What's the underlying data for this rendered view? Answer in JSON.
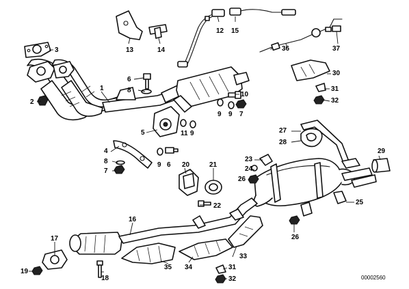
{
  "diagram": {
    "document_number": "00002560",
    "callouts": [
      {
        "id": "c1",
        "label": "1"
      },
      {
        "id": "c2",
        "label": "2"
      },
      {
        "id": "c3",
        "label": "3"
      },
      {
        "id": "c4",
        "label": "4"
      },
      {
        "id": "c5",
        "label": "5"
      },
      {
        "id": "c6a",
        "label": "6"
      },
      {
        "id": "c6b",
        "label": "6"
      },
      {
        "id": "c7a",
        "label": "7"
      },
      {
        "id": "c7b",
        "label": "7"
      },
      {
        "id": "c8a",
        "label": "8"
      },
      {
        "id": "c8b",
        "label": "8"
      },
      {
        "id": "c9a",
        "label": "9"
      },
      {
        "id": "c9b",
        "label": "9"
      },
      {
        "id": "c9c",
        "label": "9"
      },
      {
        "id": "c9d",
        "label": "9"
      },
      {
        "id": "c10",
        "label": "10"
      },
      {
        "id": "c11",
        "label": "11"
      },
      {
        "id": "c12",
        "label": "12"
      },
      {
        "id": "c13",
        "label": "13"
      },
      {
        "id": "c14",
        "label": "14"
      },
      {
        "id": "c15",
        "label": "15"
      },
      {
        "id": "c16",
        "label": "16"
      },
      {
        "id": "c17",
        "label": "17"
      },
      {
        "id": "c18",
        "label": "18"
      },
      {
        "id": "c19",
        "label": "19"
      },
      {
        "id": "c20",
        "label": "20"
      },
      {
        "id": "c21",
        "label": "21"
      },
      {
        "id": "c22",
        "label": "22"
      },
      {
        "id": "c23",
        "label": "23"
      },
      {
        "id": "c24",
        "label": "24"
      },
      {
        "id": "c25",
        "label": "25"
      },
      {
        "id": "c26a",
        "label": "26"
      },
      {
        "id": "c26b",
        "label": "26"
      },
      {
        "id": "c27",
        "label": "27"
      },
      {
        "id": "c28",
        "label": "28"
      },
      {
        "id": "c29",
        "label": "29"
      },
      {
        "id": "c30",
        "label": "30"
      },
      {
        "id": "c31a",
        "label": "31"
      },
      {
        "id": "c31b",
        "label": "31"
      },
      {
        "id": "c32a",
        "label": "32"
      },
      {
        "id": "c32b",
        "label": "32"
      },
      {
        "id": "c33",
        "label": "33"
      },
      {
        "id": "c34",
        "label": "34"
      },
      {
        "id": "c35",
        "label": "35"
      },
      {
        "id": "c36",
        "label": "36"
      },
      {
        "id": "c37",
        "label": "37"
      }
    ]
  }
}
